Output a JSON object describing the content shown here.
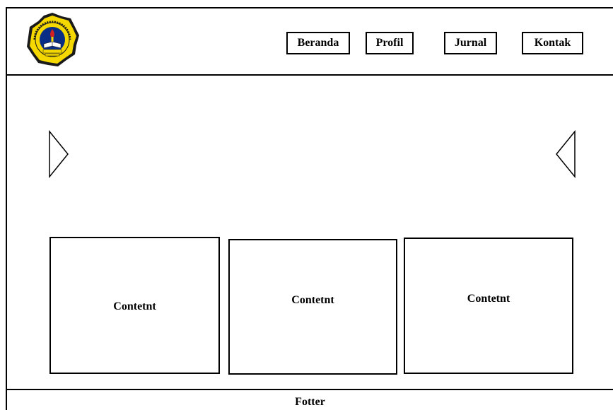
{
  "header": {
    "logo_icon": "university-seal-icon",
    "logo_colors": {
      "seal": "#f4d800",
      "ring": "#1a1a1a",
      "inner": "#0a2e86",
      "accent": "#d21f1f"
    }
  },
  "nav": {
    "items": [
      {
        "label": "Beranda"
      },
      {
        "label": "Profil"
      },
      {
        "label": "Jurnal"
      },
      {
        "label": "Kontak"
      }
    ]
  },
  "slider": {
    "prev_icon": "chevron-right-outline-icon",
    "next_icon": "chevron-left-outline-icon"
  },
  "content": {
    "cards": [
      {
        "label": "Contetnt"
      },
      {
        "label": "Contetnt"
      },
      {
        "label": "Contetnt"
      }
    ]
  },
  "footer": {
    "label": "Fotter"
  }
}
